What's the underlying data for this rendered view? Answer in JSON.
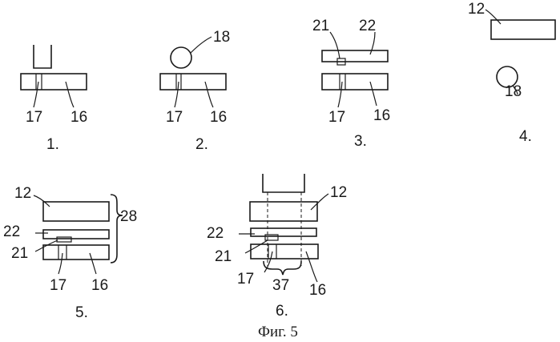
{
  "caption": "Фиг. 5",
  "steps": [
    {
      "number": "1.",
      "labels": {
        "l17": "17",
        "l16": "16"
      }
    },
    {
      "number": "2.",
      "labels": {
        "l18": "18",
        "l17": "17",
        "l16": "16"
      }
    },
    {
      "number": "3.",
      "labels": {
        "l21": "21",
        "l22": "22",
        "l17": "17",
        "l16": "16"
      }
    },
    {
      "number": "4.",
      "labels": {
        "l12": "12",
        "l18": "18"
      }
    },
    {
      "number": "5.",
      "labels": {
        "l12": "12",
        "l28": "28",
        "l22": "22",
        "l21": "21",
        "l17": "17",
        "l16": "16"
      }
    },
    {
      "number": "6.",
      "labels": {
        "l12": "12",
        "l22": "22",
        "l21": "21",
        "l17": "17",
        "l37": "37",
        "l16": "16"
      }
    }
  ]
}
